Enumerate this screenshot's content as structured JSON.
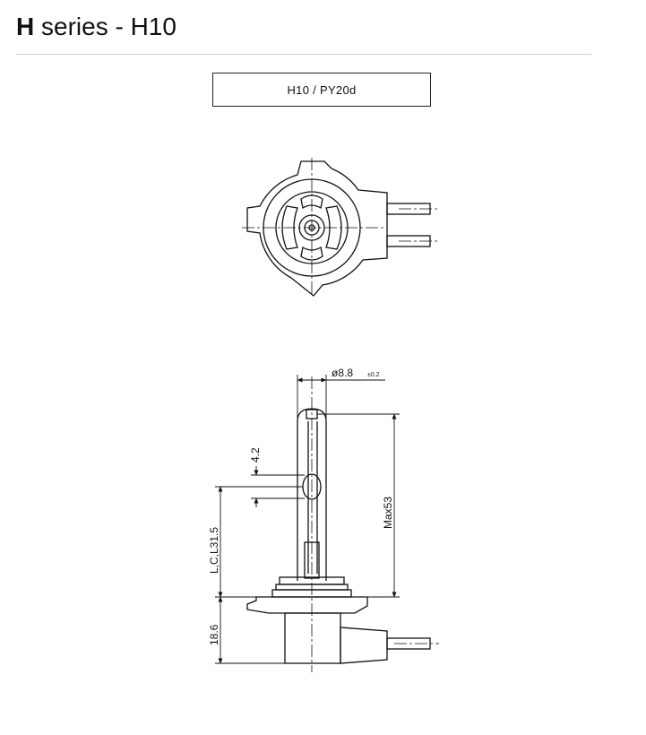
{
  "header": {
    "title_bold": "H",
    "title_rest": " series - H10"
  },
  "spec_label": "H10  /  PY20d",
  "dimensions": {
    "diameter": "ø8.8",
    "diameter_tolerance": "±0.2",
    "filament_length": "4.2",
    "light_center": "L,C,L31.5",
    "max_length": "Max53",
    "base_height": "18.6"
  }
}
